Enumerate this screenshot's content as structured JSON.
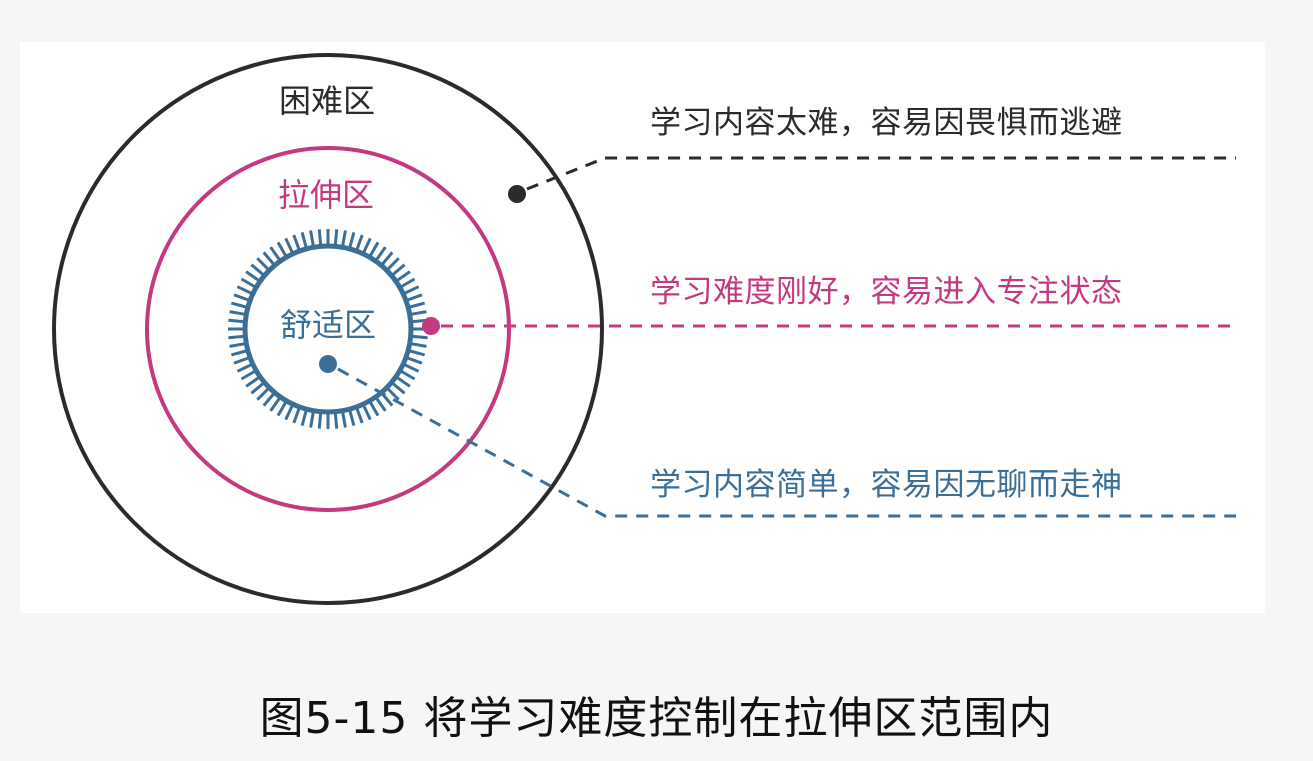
{
  "colors": {
    "hard": "#2b2b2b",
    "stretch": "#c43a80",
    "comfort": "#3b6f98",
    "caption": "#111111"
  },
  "zones": {
    "hard": "困难区",
    "stretch": "拉伸区",
    "comfort": "舒适区"
  },
  "notes": {
    "hard": "学习内容太难，容易因畏惧而逃避",
    "stretch": "学习难度刚好，容易进入专注状态",
    "comfort": "学习内容简单，容易因无聊而走神"
  },
  "caption": "图5-15 将学习难度控制在拉伸区范围内"
}
